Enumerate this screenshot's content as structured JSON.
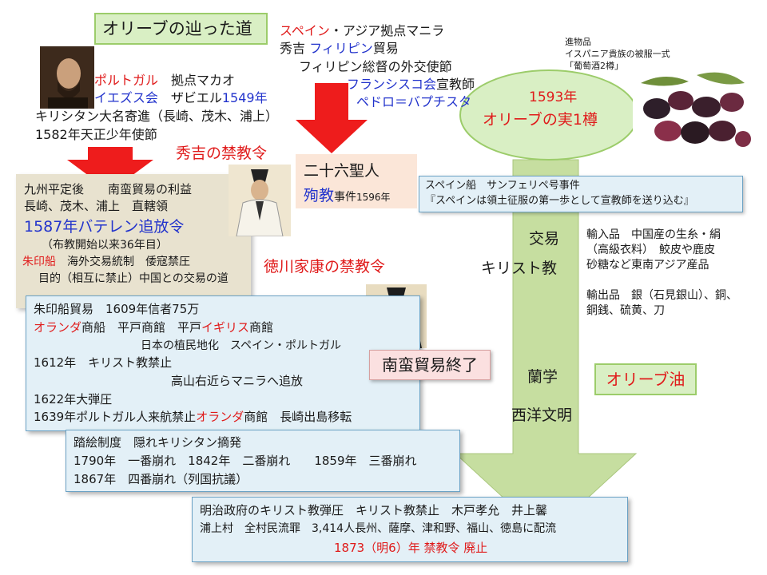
{
  "title": "オリーブの辿った道",
  "top_note": {
    "l1a": "スペイン",
    "l1b": "・アジア拠点マニラ",
    "l2a": "秀吉 ",
    "l2b": "フィリピン",
    "l2c": "貿易",
    "l3": "フィリピン総督の外交使節",
    "l4a": "フランシスコ会",
    "l4b": "宣教師",
    "l5": "ペドロ＝バプチスタ"
  },
  "gift": {
    "l1": "進物品",
    "l2": "イスパニア貴族の被服一式",
    "l3": "「葡萄酒2樽」"
  },
  "oval": {
    "l1": "1593年",
    "l2": "オリーブの実1樽"
  },
  "portugal": {
    "l1a": "ポルトガル",
    "l1b": "拠点マカオ",
    "l2a": "イエズス会",
    "l2b": "ザビエル",
    "l2c": "1549年",
    "l3": "キリシタン大名寄進（長崎、茂木、浦上）",
    "l4": "1582年天正少年使節"
  },
  "hideyoshi_ban": "秀吉の禁教令",
  "kyushu": {
    "l1": "九州平定後　　南蛮貿易の利益",
    "l2": "長崎、茂木、浦上　直轄領",
    "l3": "1587年バテレン追放令",
    "l4": "（布教開始以来36年目）",
    "l5a": "朱印船",
    "l5b": "海外交易統制　倭寇禁圧",
    "l6": "目的（相互に禁止）中国との交易の道"
  },
  "seijin": {
    "l1": "二十六聖人",
    "l2a": "殉教",
    "l2b": "事件",
    "l2c": "1596年"
  },
  "sanfe": {
    "l1": "スペイン船　サンフェリペ号事件",
    "l2": "『スペインは領土征服の第一歩として宣教師を送り込む』"
  },
  "ieyasu_ban": "徳川家康の禁教令",
  "shuin": {
    "l1": "朱印船貿易　1609年信者75万",
    "l2a": "オランダ",
    "l2b": "商船　平戸商館　平戸",
    "l2c": "イギリス",
    "l2d": "商館",
    "l3": "日本の植民地化　スペイン・ポルトガル",
    "l4": "1612年　キリスト教禁止",
    "l5": "高山右近らマニラへ追放",
    "l6": "1622年大弾圧",
    "l7a": "1639年ポルトガル人来航禁止",
    "l7b": "オランダ",
    "l7c": "商館　長崎出島移転"
  },
  "nanban_end": "南蛮貿易終了",
  "arrow_labels": {
    "trade": "交易",
    "christianity": "キリスト教",
    "rangaku": "蘭学",
    "western": "西洋文明"
  },
  "imports": {
    "l1": "輸入品　中国産の生糸・絹",
    "l2": "（高級衣料）　鮫皮や鹿皮",
    "l3": "砂糖など東南アジア産品"
  },
  "exports": {
    "l1": "輸出品　銀（石見銀山）、銅、",
    "l2": "銅銭、硫黄、刀"
  },
  "olive_oil": "オリーブ油",
  "fumie": {
    "l1": "踏絵制度　隠れキリシタン摘発",
    "l2": "1790年　一番崩れ　1842年　二番崩れ　　1859年　三番崩れ",
    "l3": "1867年　四番崩れ（列国抗議）"
  },
  "meiji": {
    "l1": "明治政府のキリスト教弾圧　キリスト教禁止　木戸孝允　井上馨",
    "l2": "浦上村　全村民流罪　3,414人長州、薩摩、津和野、福山、徳島に配流",
    "l3": "1873（明6）年 禁教令 廃止"
  },
  "icons": {
    "arrow_down_red": "red-down-arrow-icon",
    "arrow_big_green": "green-down-arrow-icon",
    "portrait_xavier": "xavier-portrait",
    "portrait_hideyoshi": "hideyoshi-portrait",
    "portrait_ieyasu": "ieyasu-portrait",
    "olive_fruit": "olive-fruit-image"
  },
  "colors": {
    "red": "#e01b1b",
    "blue": "#2233cc",
    "green_fill": "#d9efc4",
    "arrow_green": "#c6dea0",
    "red_arrow": "#ee1c1c"
  }
}
